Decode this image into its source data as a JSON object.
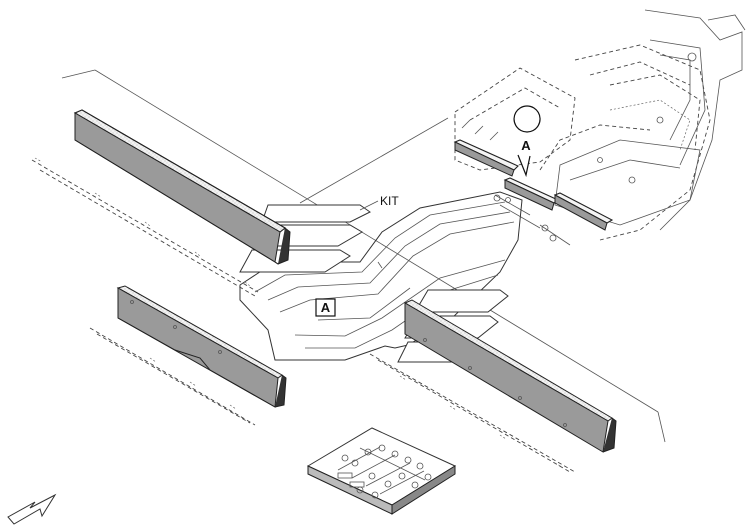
{
  "labels": {
    "kit": "KIT",
    "callout_a_box": "A",
    "callout_a_bubble": "A"
  }
}
